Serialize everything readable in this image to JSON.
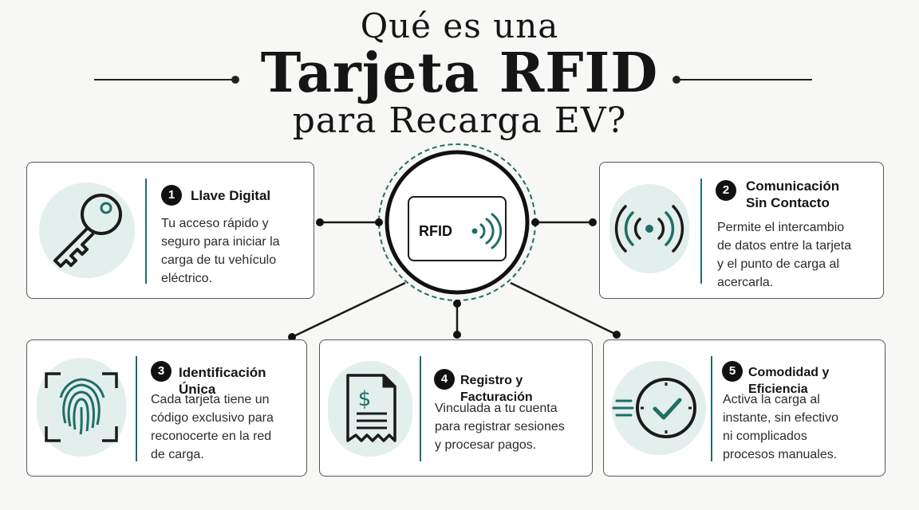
{
  "title": {
    "line1": "Qué es una",
    "line2": "Tarjeta RFID",
    "line3": "para Recarga EV?"
  },
  "center": {
    "card_label": "RFID"
  },
  "cards": [
    {
      "number": "1",
      "title": "Llave Digital",
      "description": [
        "Tu acceso rápido y",
        "seguro para iniciar la",
        "carga de tu vehículo",
        "eléctrico."
      ],
      "icon": "key-icon"
    },
    {
      "number": "2",
      "title": [
        "Comunicación",
        "Sin Contacto"
      ],
      "description": [
        "Permite el intercambio",
        "de datos entre la tarjeta",
        "y el punto de carga al",
        "acercarla."
      ],
      "icon": "wireless-signal-icon"
    },
    {
      "number": "3",
      "title": "Identificación Única",
      "description": [
        "Cada tarjeta tiene un",
        "código exclusivo para",
        "reconocerte en la red",
        "de carga."
      ],
      "icon": "fingerprint-icon"
    },
    {
      "number": "4",
      "title": "Registro y Facturación",
      "description": [
        "Vinculada a tu cuenta",
        "para registrar sesiones",
        "y procesar pagos."
      ],
      "icon": "invoice-dollar-icon"
    },
    {
      "number": "5",
      "title": "Comodidad y Eficiencia",
      "description": [
        "Activa la carga al",
        "instante, sin efectivo",
        "ni complicados",
        "procesos manuales."
      ],
      "icon": "fast-clock-check-icon"
    }
  ],
  "colors": {
    "accent": "#1f6e66",
    "icon_bg": "#e3efec",
    "ink": "#151515"
  }
}
